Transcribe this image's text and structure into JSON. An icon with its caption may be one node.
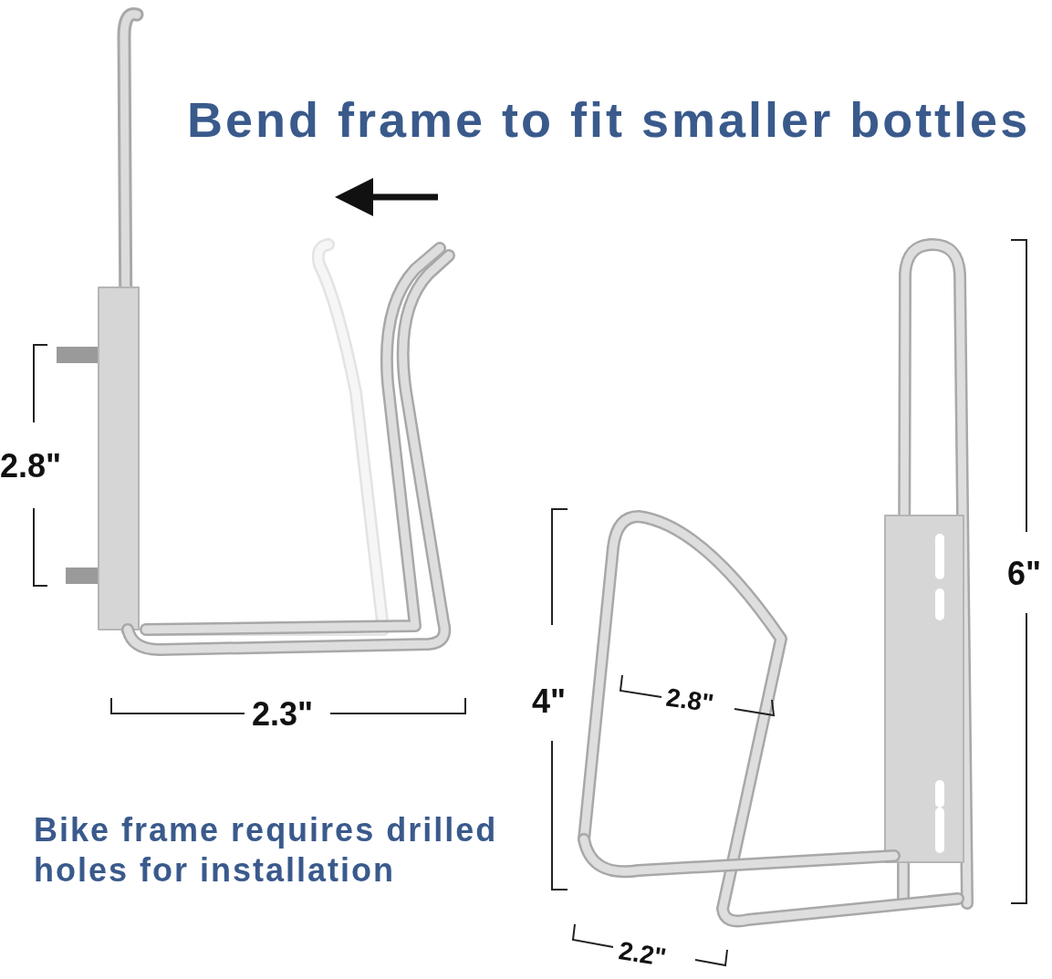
{
  "diagram": {
    "title": "Bend frame to fit smaller bottles",
    "labels": [
      "2.8\"",
      "2.3\"",
      "4\"",
      "2.8\"",
      "6\"",
      "2.2\"",
      "Bike frame requires drilled holes for installation"
    ]
  }
}
